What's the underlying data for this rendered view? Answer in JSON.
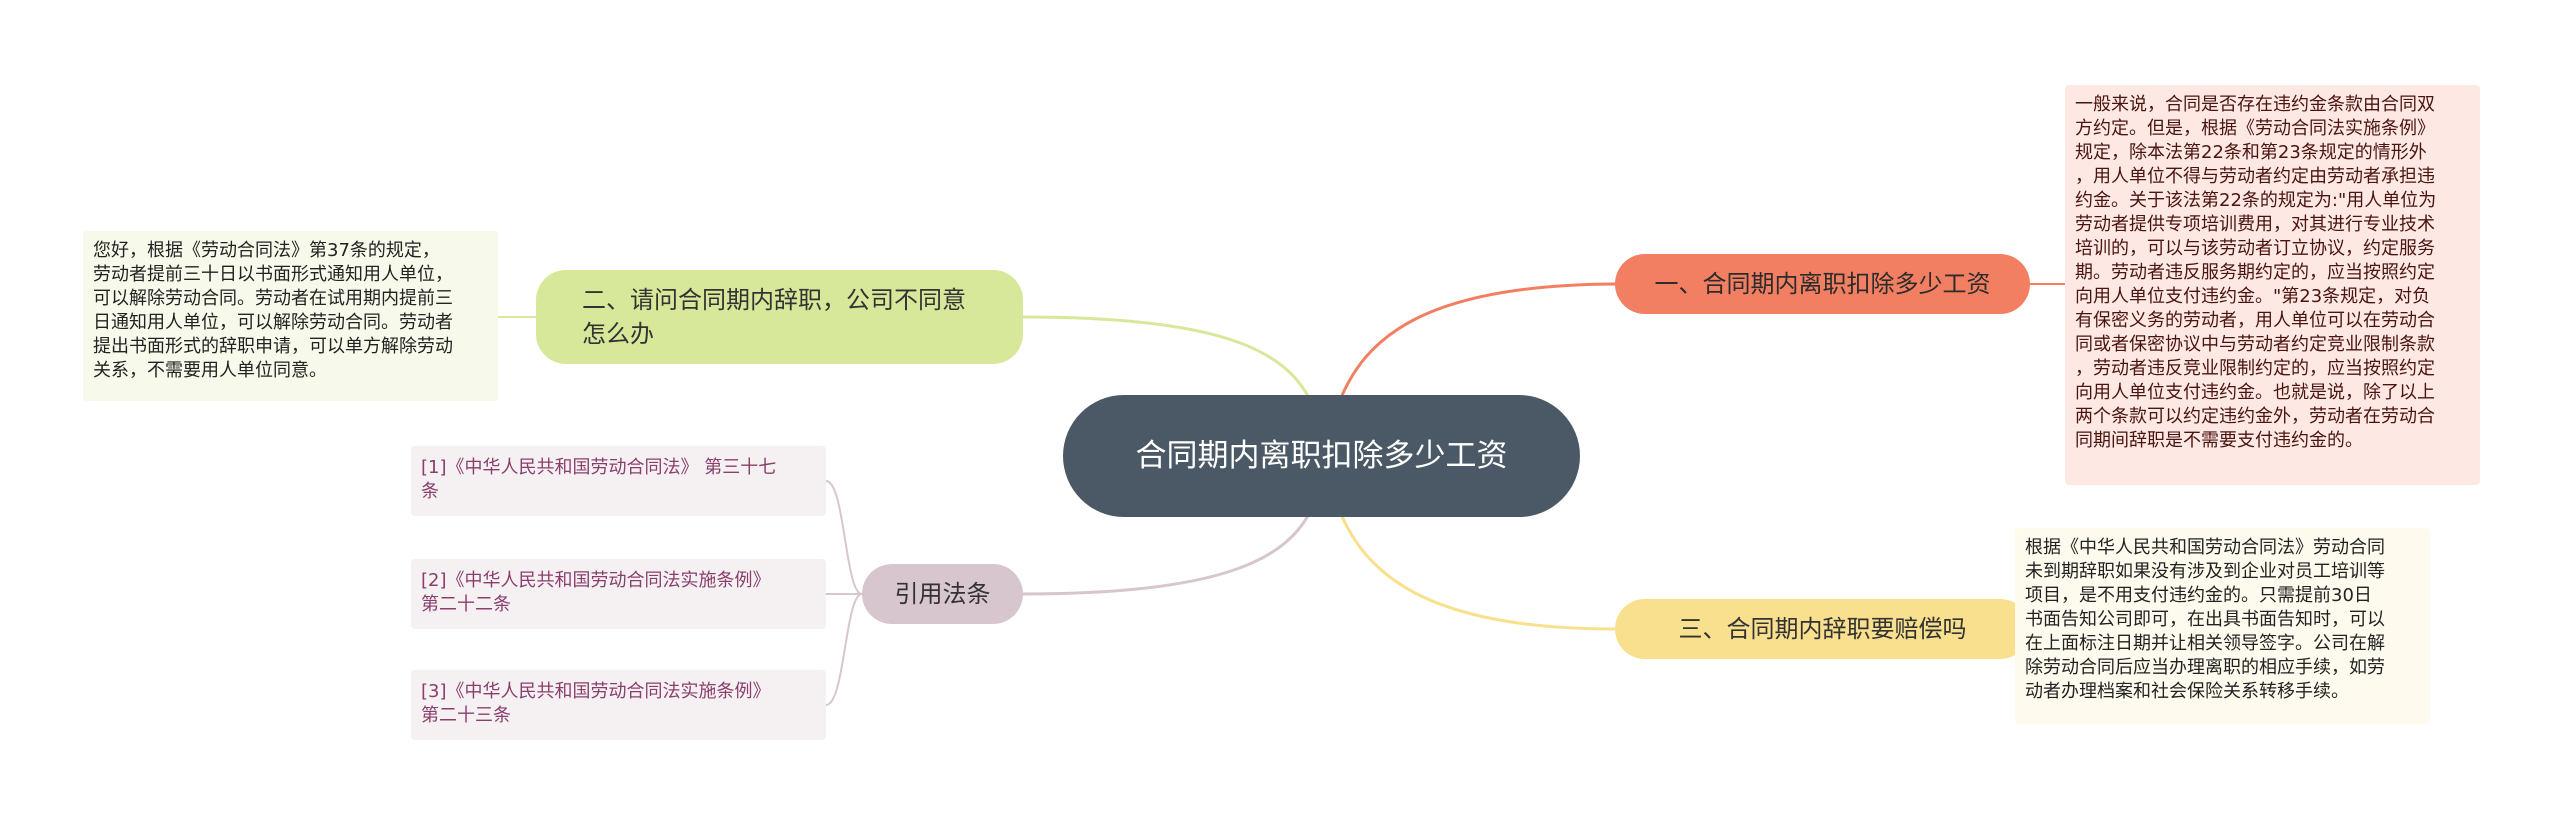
{
  "center": {
    "title": "合同期内离职扣除多少工资"
  },
  "branches": [
    {
      "label": "一、合同期内离职扣除多少工资",
      "color": "#f37f62"
    },
    {
      "label": "二、请问合同期内辞职，公司不同意怎么办",
      "color": "#d8e89a"
    },
    {
      "label": "三、合同期内辞职要赔偿吗",
      "color": "#f9e08f"
    },
    {
      "label": "引用法条",
      "color": "#d7c6cd"
    }
  ],
  "leaves": {
    "branch1": "一般来说，合同是否存在违约金条款由合同双\n方约定。但是，根据《劳动合同法实施条例》\n规定，除本法第22条和第23条规定的情形外\n，用人单位不得与劳动者约定由劳动者承担违\n约金。关于该法第22条的规定为:\"用人单位为\n劳动者提供专项培训费用，对其进行专业技术\n培训的，可以与该劳动者订立协议，约定服务\n期。劳动者违反服务期约定的，应当按照约定\n向用人单位支付违约金。\"第23条规定，对负\n有保密义务的劳动者，用人单位可以在劳动合\n同或者保密协议中与劳动者约定竞业限制条款\n，劳动者违反竞业限制约定的，应当按照约定\n向用人单位支付违约金。也就是说，除了以上\n两个条款可以约定违约金外，劳动者在劳动合\n同期间辞职是不需要支付违约金的。",
    "branch2": "您好，根据《劳动合同法》第37条的规定，\n劳动者提前三十日以书面形式通知用人单位，\n可以解除劳动合同。劳动者在试用期内提前三\n日通知用人单位，可以解除劳动合同。劳动者\n提出书面形式的辞职申请，可以单方解除劳动\n关系，不需要用人单位同意。",
    "branch3": "根据《中华人民共和国劳动合同法》劳动合同\n未到期辞职如果没有涉及到企业对员工培训等\n项目，是不用支付违约金的。只需提前30日\n书面告知公司即可，在出具书面告知时，可以\n在上面标注日期并让相关领导签字。公司在解\n除劳动合同后应当办理离职的相应手续，如劳\n动者办理档案和社会保险关系转移手续。"
  },
  "references": [
    "[1]《中华人民共和国劳动合同法》 第三十七\n条",
    "[2]《中华人民共和国劳动合同法实施条例》\n第二十二条",
    "[3]《中华人民共和国劳动合同法实施条例》\n第二十三条"
  ]
}
